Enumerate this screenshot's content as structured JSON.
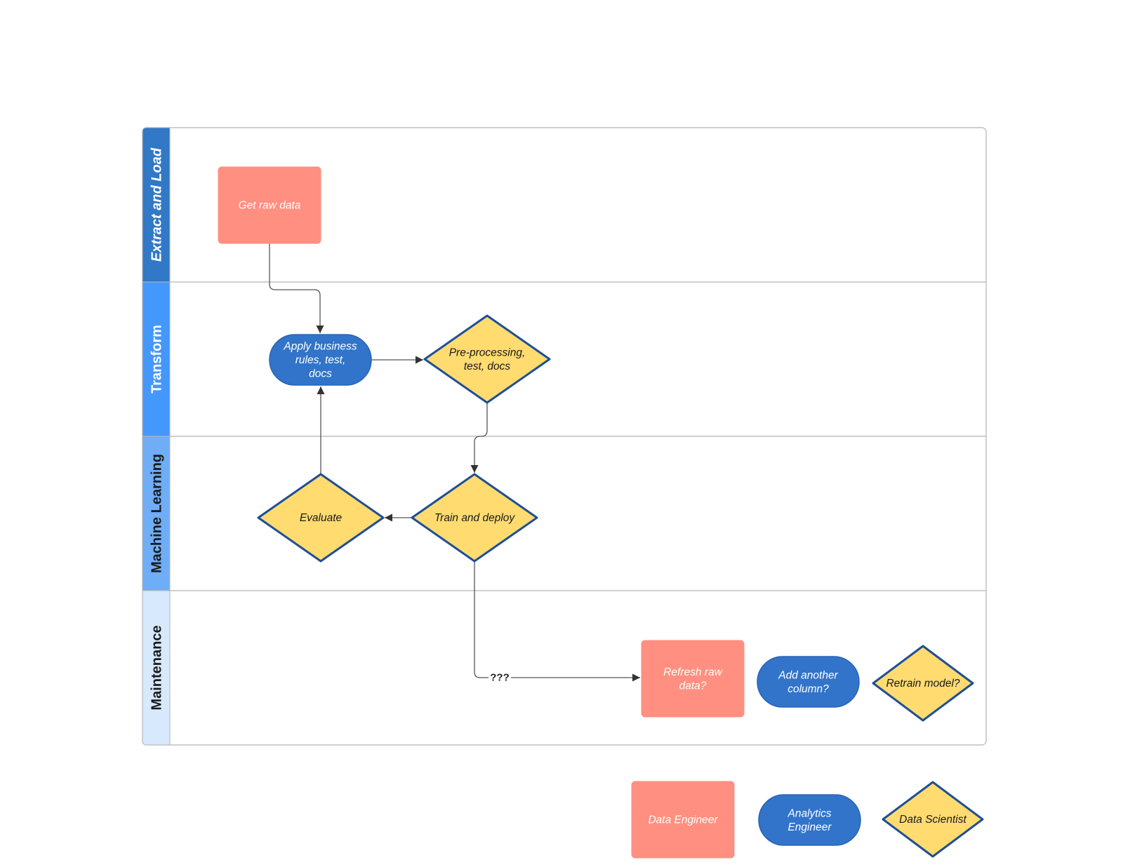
{
  "colors": {
    "data_engineer": "#ff8f80",
    "analytics_engineer": "#3174c9",
    "data_scientist": "#ffdb70",
    "diamond_stroke": "#1e4e96",
    "pill_stroke": "#2a64b4",
    "lane_extract": "#3178c6",
    "lane_transform": "#4497fb",
    "lane_ml": "#6fadf7",
    "lane_maintenance": "#d6e9fd",
    "connector": "#555555",
    "border": "#b5b5b5"
  },
  "lanes": [
    {
      "id": "extract",
      "label": "Extract and Load",
      "italic": true,
      "text_color": "#ffffff",
      "color_key": "lane_extract"
    },
    {
      "id": "transform",
      "label": "Transform",
      "italic": false,
      "text_color": "#ffffff",
      "color_key": "lane_transform"
    },
    {
      "id": "ml",
      "label": "Machine Learning",
      "italic": false,
      "text_color": "#1a1a1a",
      "color_key": "lane_ml"
    },
    {
      "id": "maintenance",
      "label": "Maintenance",
      "italic": false,
      "text_color": "#1a1a1a",
      "color_key": "lane_maintenance"
    }
  ],
  "nodes": [
    {
      "id": "get-raw-data",
      "role": "data_engineer",
      "lines": [
        "Get raw data"
      ]
    },
    {
      "id": "apply-business-rules",
      "role": "analytics_engineer",
      "lines": [
        "Apply business",
        "rules, test,",
        "docs"
      ]
    },
    {
      "id": "pre-processing",
      "role": "data_scientist",
      "lines": [
        "Pre-processing,",
        "test, docs"
      ]
    },
    {
      "id": "train-and-deploy",
      "role": "data_scientist",
      "lines": [
        "Train and deploy"
      ]
    },
    {
      "id": "evaluate",
      "role": "data_scientist",
      "lines": [
        "Evaluate"
      ]
    },
    {
      "id": "refresh-raw-data",
      "role": "data_engineer",
      "lines": [
        "Refresh raw",
        "data?"
      ]
    },
    {
      "id": "add-another-column",
      "role": "analytics_engineer",
      "lines": [
        "Add another",
        "column?"
      ]
    },
    {
      "id": "retrain-model",
      "role": "data_scientist",
      "lines": [
        "Retrain model?"
      ]
    }
  ],
  "edges": [
    {
      "from": "get-raw-data",
      "to": "apply-business-rules",
      "label": ""
    },
    {
      "from": "apply-business-rules",
      "to": "pre-processing",
      "label": ""
    },
    {
      "from": "pre-processing",
      "to": "train-and-deploy",
      "label": ""
    },
    {
      "from": "train-and-deploy",
      "to": "evaluate",
      "label": ""
    },
    {
      "from": "evaluate",
      "to": "apply-business-rules",
      "label": ""
    },
    {
      "from": "train-and-deploy",
      "to": "refresh-raw-data",
      "label": "???"
    }
  ],
  "legend": [
    {
      "id": "legend-data-engineer",
      "role": "data_engineer",
      "lines": [
        "Data Engineer"
      ]
    },
    {
      "id": "legend-analytics-engineer",
      "role": "analytics_engineer",
      "lines": [
        "Analytics",
        "Engineer"
      ]
    },
    {
      "id": "legend-data-scientist",
      "role": "data_scientist",
      "lines": [
        "Data Scientist"
      ]
    }
  ]
}
